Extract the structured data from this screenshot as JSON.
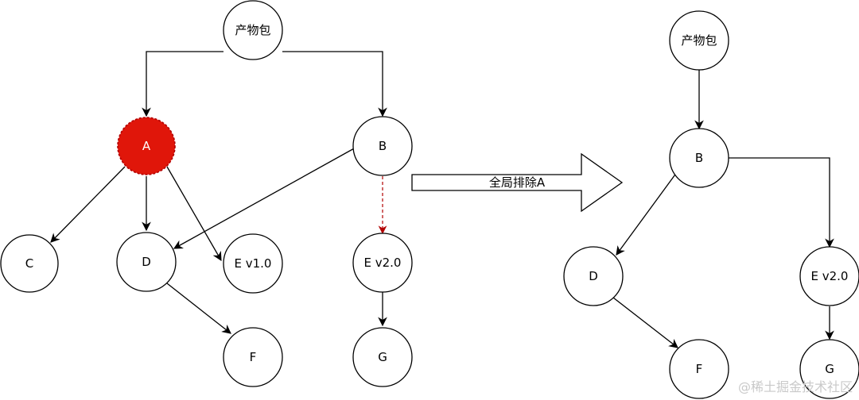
{
  "left_graph": {
    "root": "产物包",
    "a": "A",
    "b": "B",
    "c": "C",
    "d": "D",
    "e1": "E v1.0",
    "e2": "E v2.0",
    "f": "F",
    "g": "G"
  },
  "arrow_label": "全局排除A",
  "right_graph": {
    "root": "产物包",
    "b": "B",
    "d": "D",
    "e2": "E v2.0",
    "f": "F",
    "g": "G"
  },
  "watermark": "@稀土掘金技术社区",
  "colors": {
    "excluded_fill": "#e0160a",
    "excluded_stroke": "#b20000",
    "dashed_edge": "#b20000",
    "stroke": "#000000"
  }
}
